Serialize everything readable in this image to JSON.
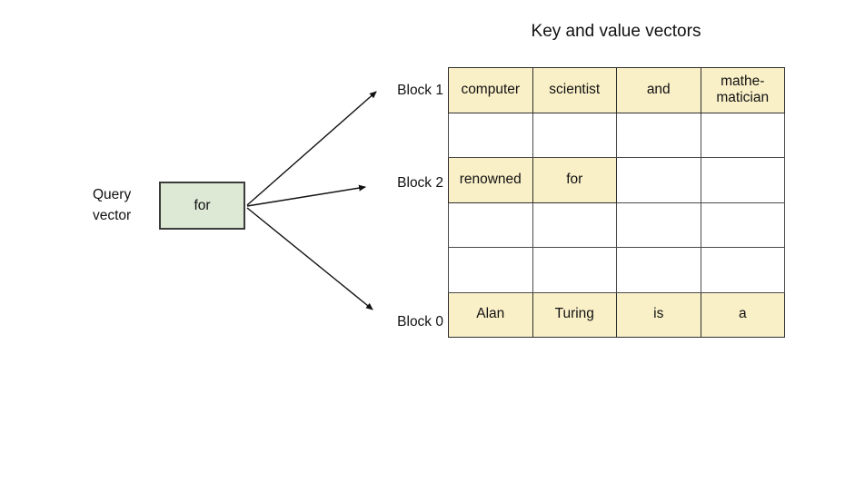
{
  "title": "Key and value vectors",
  "query": {
    "label": "Query vector",
    "value": "for"
  },
  "block_labels": {
    "top": "Block 1",
    "middle": "Block 2",
    "bottom": "Block 0"
  },
  "table": {
    "rows": [
      {
        "cells": [
          {
            "text": "computer",
            "highlight": true
          },
          {
            "text": "scientist",
            "highlight": true
          },
          {
            "text": "and",
            "highlight": true
          },
          {
            "text": "mathe-matician",
            "highlight": true
          }
        ]
      },
      {
        "cells": [
          {
            "text": "",
            "highlight": false
          },
          {
            "text": "",
            "highlight": false
          },
          {
            "text": "",
            "highlight": false
          },
          {
            "text": "",
            "highlight": false
          }
        ]
      },
      {
        "cells": [
          {
            "text": "renowned",
            "highlight": true
          },
          {
            "text": "for",
            "highlight": true
          },
          {
            "text": "",
            "highlight": false
          },
          {
            "text": "",
            "highlight": false
          }
        ]
      },
      {
        "cells": [
          {
            "text": "",
            "highlight": false
          },
          {
            "text": "",
            "highlight": false
          },
          {
            "text": "",
            "highlight": false
          },
          {
            "text": "",
            "highlight": false
          }
        ]
      },
      {
        "cells": [
          {
            "text": "",
            "highlight": false
          },
          {
            "text": "",
            "highlight": false
          },
          {
            "text": "",
            "highlight": false
          },
          {
            "text": "",
            "highlight": false
          }
        ]
      },
      {
        "cells": [
          {
            "text": "Alan",
            "highlight": true
          },
          {
            "text": "Turing",
            "highlight": true
          },
          {
            "text": "is",
            "highlight": true
          },
          {
            "text": "a",
            "highlight": true
          }
        ]
      }
    ]
  },
  "colors": {
    "highlight_cell": "#faf0c8",
    "query_box": "#dde8d5",
    "arrow": "#111111",
    "border": "#3c3c3c"
  }
}
